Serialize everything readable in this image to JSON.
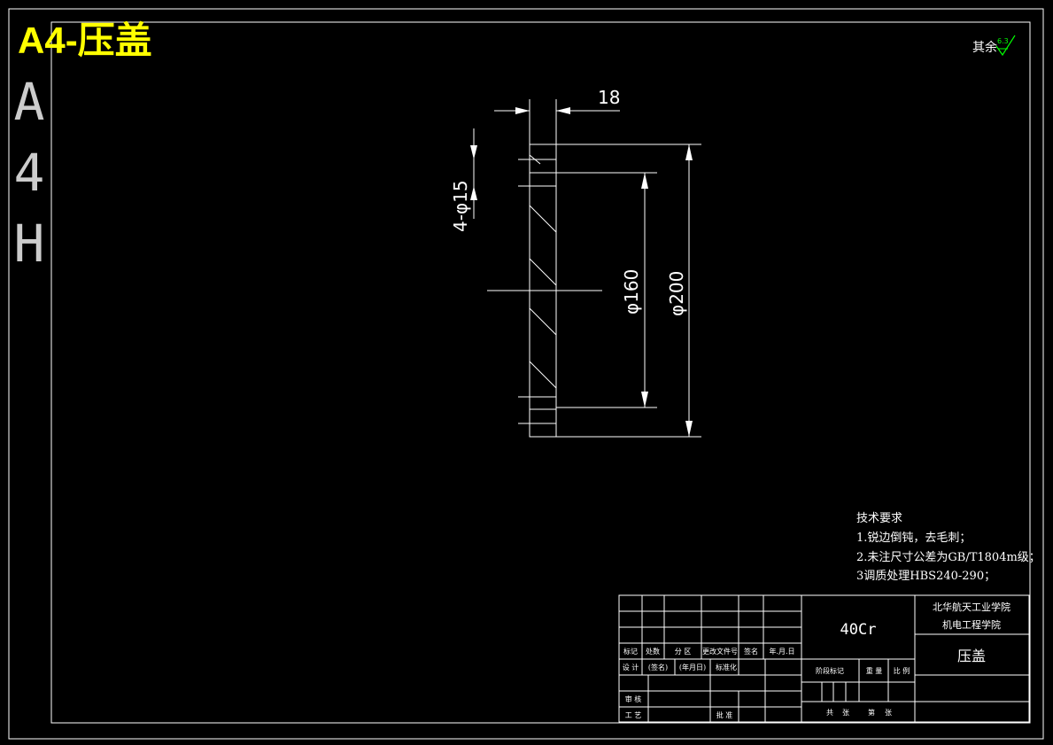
{
  "sheet_title": "A4-压盖",
  "side_label": [
    "A",
    "4",
    "H"
  ],
  "roughness": {
    "prefix": "其余",
    "value": "6.3"
  },
  "dimensions": {
    "thickness": "18",
    "holes": "4-φ15",
    "inner_dia": "φ160",
    "outer_dia": "φ200"
  },
  "tech_requirements": {
    "heading": "技术要求",
    "items": [
      "1.锐边倒钝，去毛刺；",
      "2.未注尺寸公差为GB/T1804m级；",
      "3调质处理HBS240-290；"
    ]
  },
  "title_block": {
    "material": "40Cr",
    "school": "北华航天工业学院",
    "department": "机电工程学院",
    "part_name": "压盖",
    "rev_headers": [
      "标记",
      "处数",
      "分 区",
      "更改文件号",
      "签名",
      "年.月.日"
    ],
    "design_row": [
      "设 计",
      "(签名)",
      "(年月日)",
      "标准化"
    ],
    "stage_label": "阶段标记",
    "weight_label": "重 量",
    "scale_label": "比 例",
    "review_label": "审 核",
    "process_label": "工 艺",
    "approve_label": "批 准",
    "sheet_info": [
      "共",
      "张",
      "第",
      "张"
    ]
  },
  "colors": {
    "title": "#ffff00",
    "roughness_symbol": "#00ff00",
    "lines": "#ffffff"
  }
}
